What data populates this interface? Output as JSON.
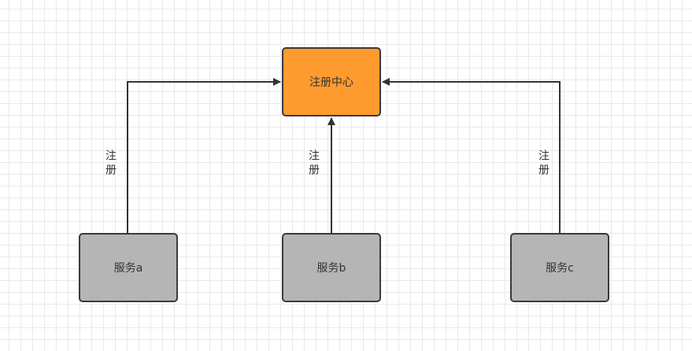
{
  "center": {
    "label": "注册中心",
    "color": "#ff9a2f"
  },
  "services": [
    {
      "label": "服务a",
      "color": "#b5b5b5"
    },
    {
      "label": "服务b",
      "color": "#b5b5b5"
    },
    {
      "label": "服务c",
      "color": "#b5b5b5"
    }
  ],
  "edges": [
    {
      "label": "注册"
    },
    {
      "label": "注册"
    },
    {
      "label": "注册"
    }
  ]
}
